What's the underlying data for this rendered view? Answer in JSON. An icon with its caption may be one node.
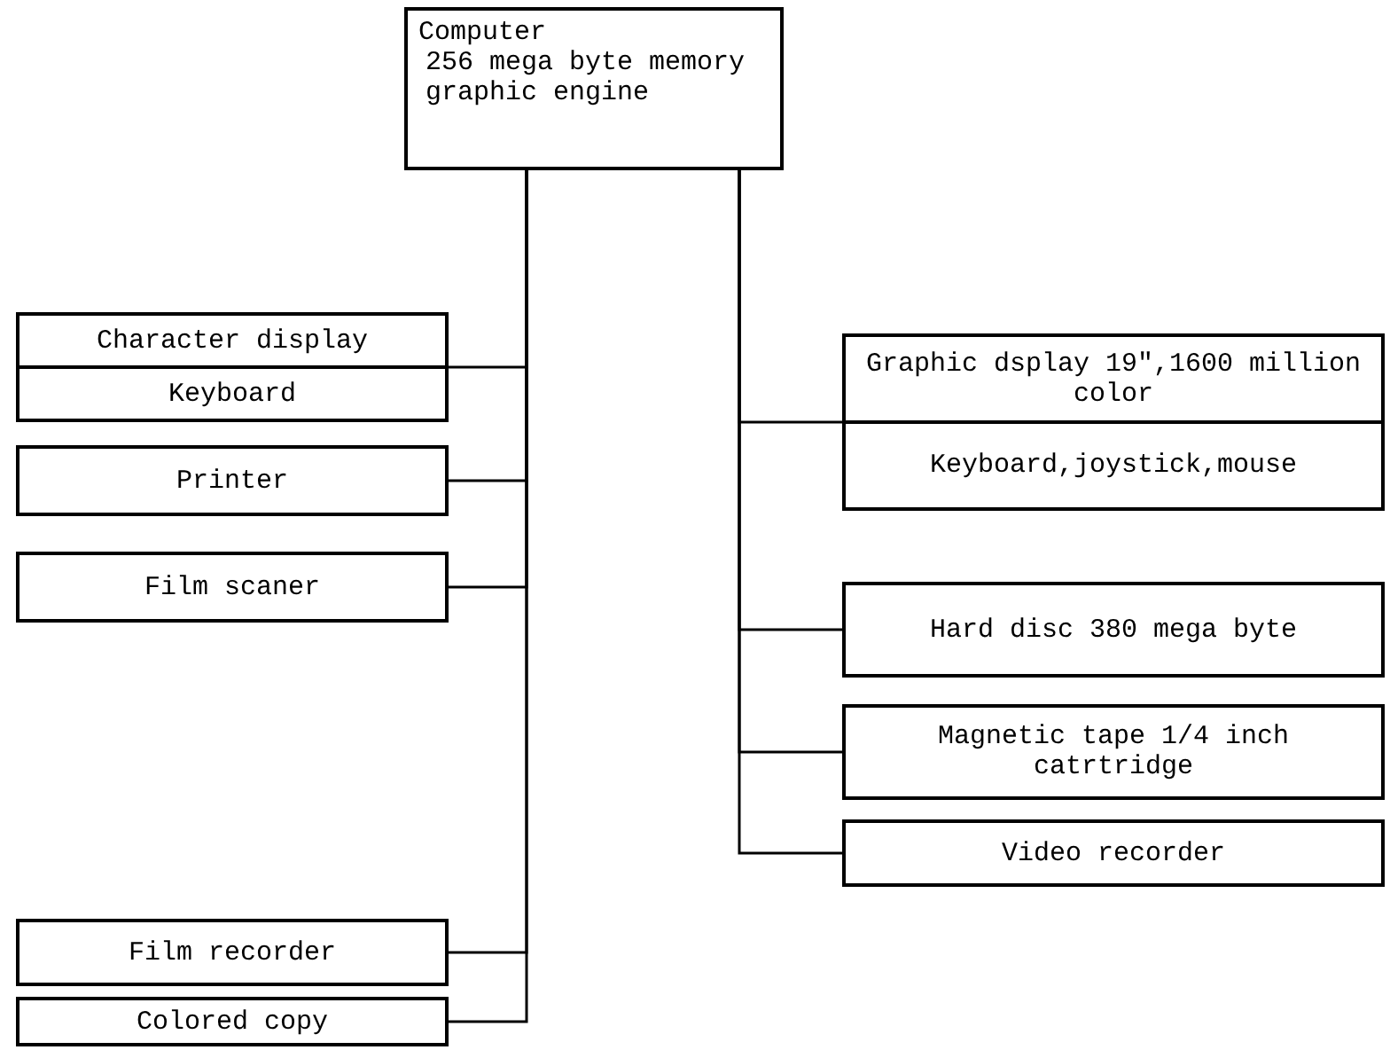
{
  "diagram": {
    "nodes": [
      {
        "text": [
          "Computer",
          "256 mega byte memory",
          "graphic engine"
        ]
      },
      {
        "text": [
          "Character display",
          "Keyboard"
        ]
      },
      {
        "text": [
          "Printer"
        ]
      },
      {
        "text": [
          "Film scaner"
        ]
      },
      {
        "text": [
          "Film recorder"
        ]
      },
      {
        "text": [
          "Colored copy"
        ]
      },
      {
        "text": [
          "Graphic dsplay 19\",1600 million color",
          "Keyboard,joystick,mouse"
        ]
      },
      {
        "text": [
          "Hard disc 380 mega byte"
        ]
      },
      {
        "text": [
          "Magnetic tape 1/4 inch catrtridge"
        ]
      },
      {
        "text": [
          "Video recorder"
        ]
      }
    ],
    "edges": [
      {
        "from": 0,
        "to": 1,
        "arrow": "none"
      },
      {
        "from": 0,
        "to": 2,
        "arrow": "none"
      },
      {
        "from": 0,
        "to": 3,
        "arrow": "none"
      },
      {
        "from": 0,
        "to": 4,
        "arrow": "none"
      },
      {
        "from": 0,
        "to": 5,
        "arrow": "none"
      },
      {
        "from": 0,
        "to": 6,
        "arrow": "none"
      },
      {
        "from": 0,
        "to": 7,
        "arrow": "none"
      },
      {
        "from": 0,
        "to": 8,
        "arrow": "none"
      },
      {
        "from": 0,
        "to": 9,
        "arrow": "none"
      }
    ]
  }
}
